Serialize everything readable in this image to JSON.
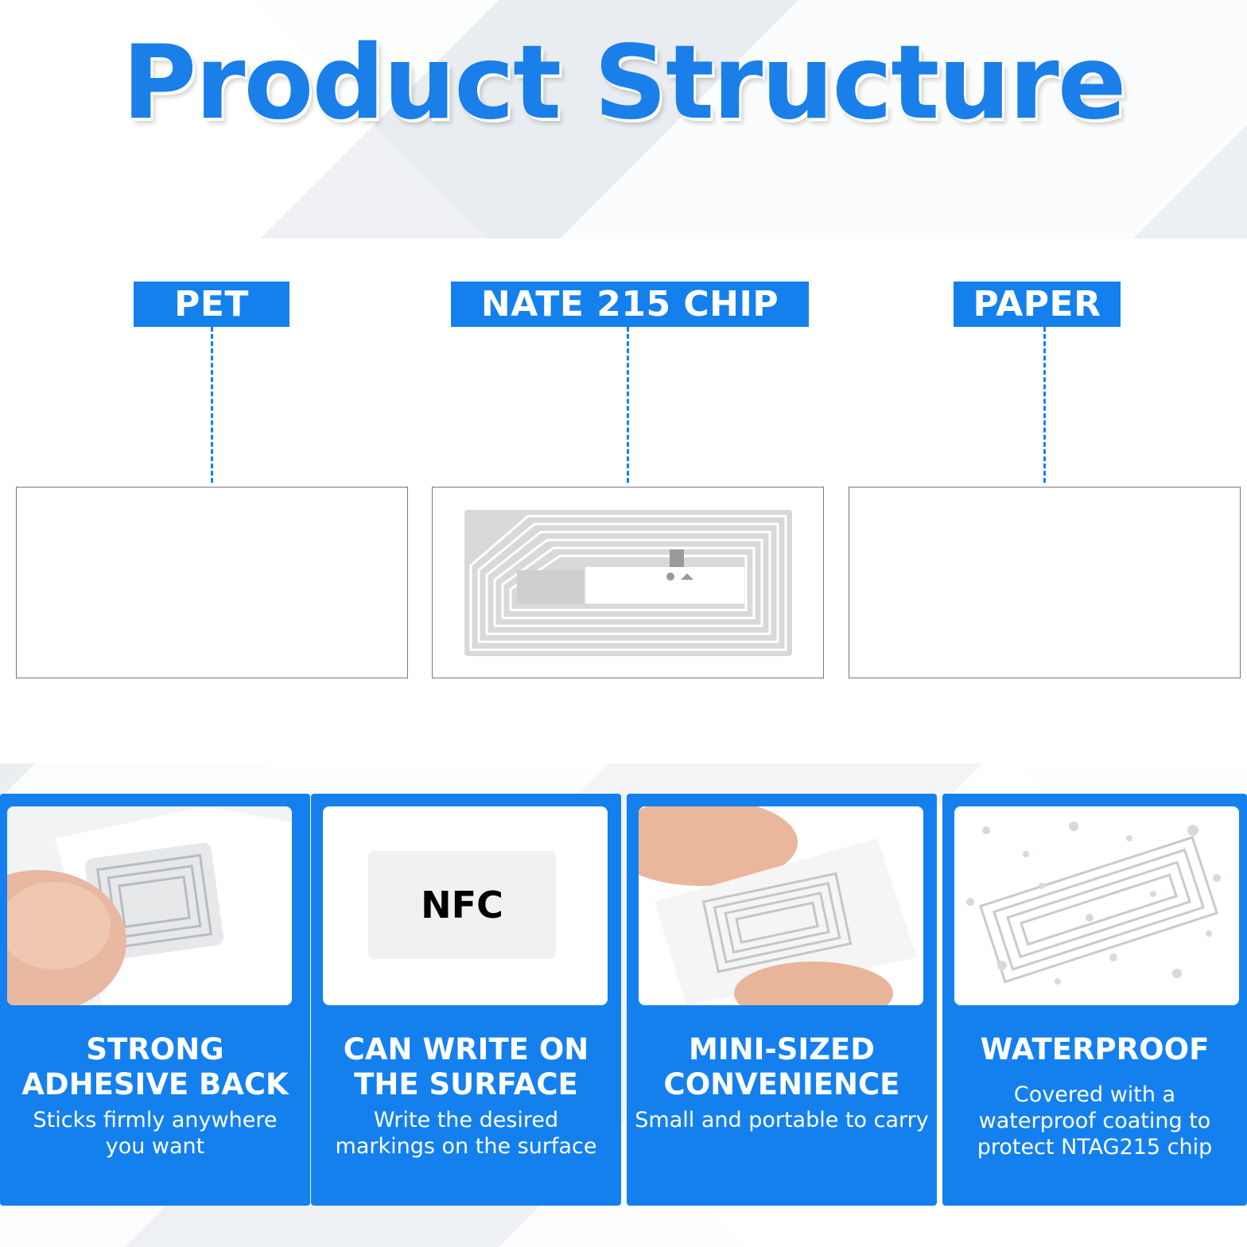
{
  "title": "Product Structure",
  "layers": [
    {
      "label": "PET"
    },
    {
      "label": "NATE 215 CHIP"
    },
    {
      "label": "PAPER"
    }
  ],
  "features": [
    {
      "title_line1": "STRONG",
      "title_line2": "ADHESIVE BACK",
      "desc_line1": "Sticks firmly anywhere",
      "desc_line2": "you want"
    },
    {
      "title_line1": "CAN WRITE ON",
      "title_line2": "THE SURFACE",
      "desc_line1": "Write the desired",
      "desc_line2": "markings on the surface",
      "card_label": "NFC"
    },
    {
      "title_line1": "MINI-SIZED",
      "title_line2": "CONVENIENCE",
      "desc_line1": "Small and portable to carry"
    },
    {
      "title_line1": "WATERPROOF",
      "desc_line1": "Covered with a",
      "desc_line2": "waterproof coating to",
      "desc_line3": "protect NTAG215 chip"
    }
  ],
  "colors": {
    "accent": "#1480ee",
    "title": "#1a7fe8"
  }
}
